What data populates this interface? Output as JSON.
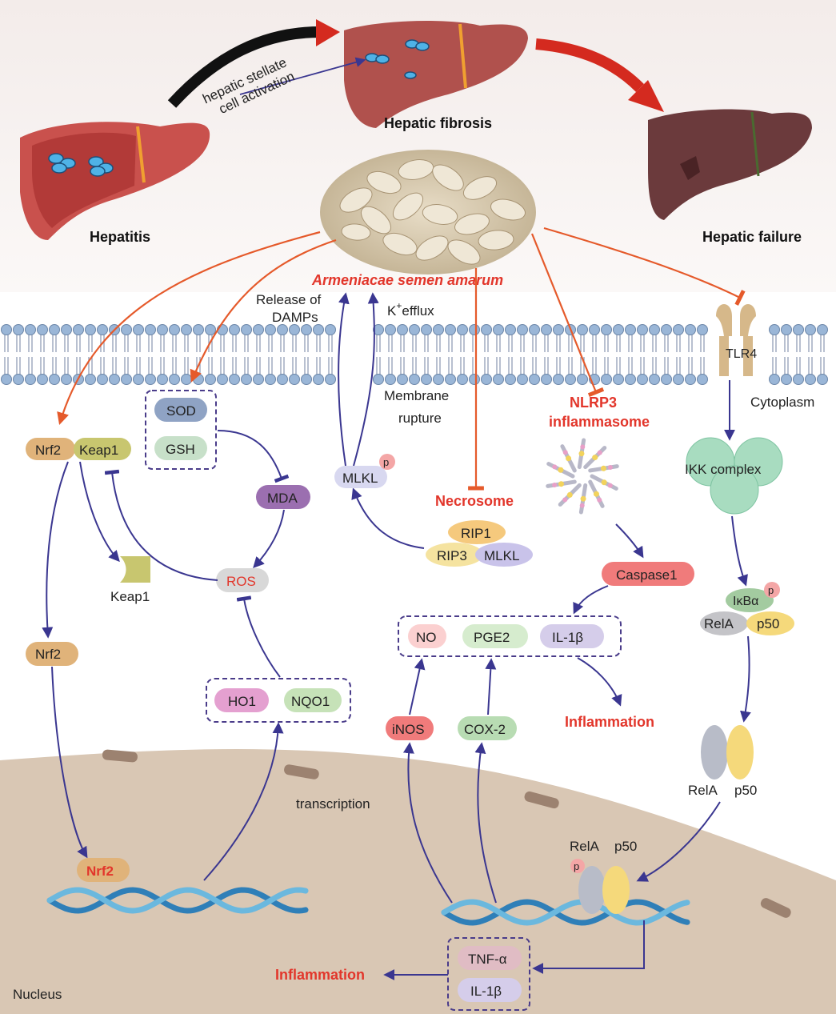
{
  "top": {
    "hepatitis": "Hepatitis",
    "fibrosis": "Hepatic fibrosis",
    "failure": "Hepatic failure",
    "stellate_line1": "hepatic stellate",
    "stellate_line2": "cell activation",
    "herb": "Armeniacae semen amarum"
  },
  "membrane": {
    "damps_line1": "Release of",
    "damps_line2": "DAMPs",
    "k_efflux_k": "K",
    "k_efflux_plus": "+",
    "k_efflux_rest": "efflux",
    "rupture_line1": "Membrane",
    "rupture_line2": "rupture",
    "tlr4": "TLR4",
    "cytoplasm": "Cytoplasm"
  },
  "oxidative": {
    "nrf2": "Nrf2",
    "keap1": "Keap1",
    "keap1_free": "Keap1",
    "nrf2_free": "Nrf2",
    "sod": "SOD",
    "gsh": "GSH",
    "mda": "MDA",
    "ros": "ROS",
    "ho1": "HO1",
    "nqo1": "NQO1",
    "nrf2_dna": "Nrf2",
    "transcription": "transcription"
  },
  "necroptosis": {
    "mlkl": "MLKL",
    "p": "p",
    "necrosome": "Necrosome",
    "rip1": "RIP1",
    "rip3": "RIP3",
    "mlkl2": "MLKL"
  },
  "inflammasome": {
    "nlrp3_line1": "NLRP3",
    "nlrp3_line2": "inflammasome",
    "caspase1": "Caspase1",
    "no": "NO",
    "pge2": "PGE2",
    "il1b": "IL-1β",
    "inflammation": "Inflammation",
    "inos": "iNOS",
    "cox2": "COX-2"
  },
  "nfkb": {
    "ikk": "IKK complex",
    "ikba": "IκBα",
    "p": "p",
    "rela": "RelA",
    "p50": "p50",
    "rela2": "RelA",
    "p50_2": "p50",
    "rela3": "RelA",
    "p50_3": "p50",
    "p3": "p"
  },
  "nucleus": {
    "label": "Nucleus",
    "tnfa": "TNF-α",
    "il1b": "IL-1β",
    "inflammation": "Inflammation"
  },
  "colors": {
    "red_label": "#e2362b",
    "arrow_orange": "#e55a2b",
    "arrow_blue": "#3a3690",
    "nucleus": "#d9c7b4",
    "membrane": "#9ab6d7"
  }
}
